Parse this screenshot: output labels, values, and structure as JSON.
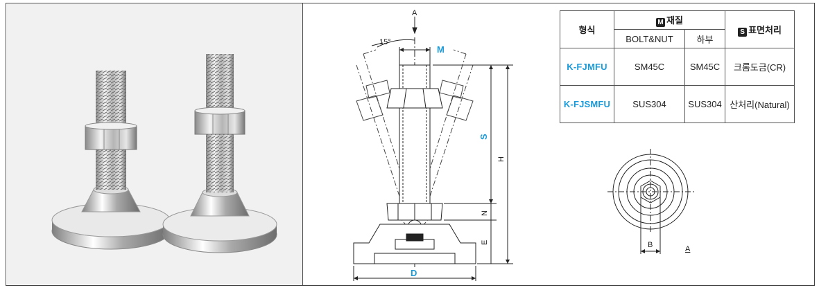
{
  "drawing": {
    "view_a": "A",
    "angle": "15°",
    "m": "M",
    "s": "S",
    "h": "H",
    "n": "N",
    "e": "E",
    "d": "D"
  },
  "table": {
    "col_type": "형식",
    "badge_m": "M",
    "col_material": "재질",
    "sub_bolt": "BOLT&NUT",
    "sub_lower": "하부",
    "badge_s": "S",
    "col_surface": "표면처리",
    "rows": [
      {
        "model": "K-FJMFU",
        "bolt": "SM45C",
        "lower": "SM45C",
        "surface": "크롬도금(CR)"
      },
      {
        "model": "K-FJSMFU",
        "bolt": "SUS304",
        "lower": "SUS304",
        "surface": "산처리(Natural)"
      }
    ]
  },
  "top_view": {
    "b": "B",
    "a": "A"
  },
  "colors": {
    "accent": "#1a9ad9"
  }
}
